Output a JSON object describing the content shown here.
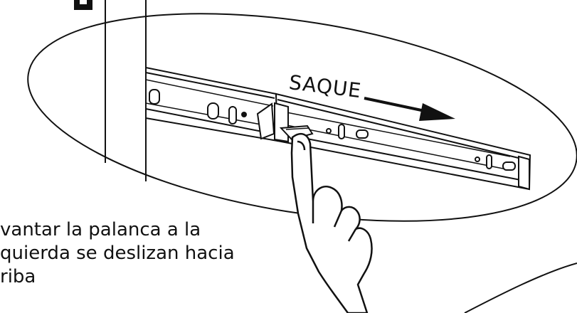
{
  "diagram": {
    "arrow_label": "SAQUE",
    "caption_lines": [
      "vantar la palanca a la",
      "quierda se deslizan hacia",
      "riba"
    ]
  }
}
